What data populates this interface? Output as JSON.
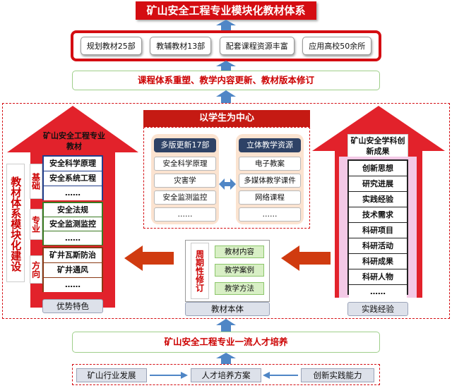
{
  "title": "矿山安全工程专业模块化教材体系",
  "top_items": [
    "规划教材25部",
    "教辅教材13部",
    "配套课程资源丰富",
    "应用高校50余所"
  ],
  "reform": "课程体系重塑、教学内容更新、教材版本修订",
  "center": {
    "header": "以学生为中心",
    "left_title": "多版更新17部",
    "left_items": [
      "安全科学原理",
      "灾害学",
      "安全监测监控",
      "……"
    ],
    "right_title": "立体教学资源",
    "right_items": [
      "电子教案",
      "多媒体教学课件",
      "网络课程",
      "……"
    ]
  },
  "left_panel": {
    "title": "矿山安全工程专业教材",
    "vertical_label": "教材体系模块化建设",
    "sections": [
      {
        "tag": "基础",
        "items": [
          "安全科学原理",
          "安全系统工程",
          "……"
        ]
      },
      {
        "tag": "专业",
        "items": [
          "安全法规",
          "安全监测监控",
          "……"
        ]
      },
      {
        "tag": "方向",
        "items": [
          "矿井瓦斯防治",
          "矿井通风",
          "……"
        ]
      }
    ],
    "footer": "优势特色"
  },
  "right_panel": {
    "title": "矿山安全学科创新成果",
    "items": [
      "创新思想",
      "研究进展",
      "实践经验",
      "技术需求",
      "科研项目",
      "科研活动",
      "科研成果",
      "科研人物",
      "……"
    ],
    "footer": "实践经验"
  },
  "textbook": {
    "vertical_label": "周期性修订",
    "items": [
      "教材内容",
      "教学案例",
      "教学方法"
    ],
    "footer": "教材本体"
  },
  "talent": "矿山安全工程专业一流人才培养",
  "bottom_items": [
    "矿山行业发展",
    "人才培养方案",
    "创新实践能力"
  ],
  "colors": {
    "red": "#d40d12",
    "blue_arrow": "#4f86c6",
    "pink": "#f3c9e6",
    "navy": "#2e4266"
  }
}
